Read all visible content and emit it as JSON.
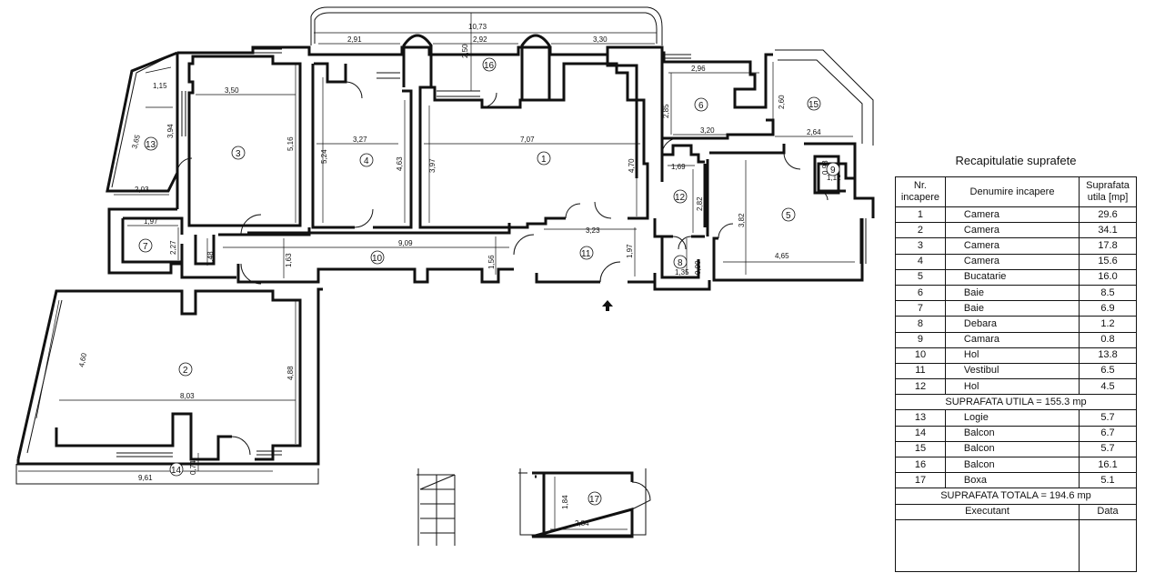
{
  "summary": {
    "title": "Recapitulatie suprafete",
    "headers": {
      "nr": "Nr. incapere",
      "name": "Denumire incapere",
      "area": "Suprafata utila [mp]"
    },
    "rooms": [
      {
        "nr": "1",
        "name": "Camera",
        "area": "29.6"
      },
      {
        "nr": "2",
        "name": "Camera",
        "area": "34.1"
      },
      {
        "nr": "3",
        "name": "Camera",
        "area": "17.8"
      },
      {
        "nr": "4",
        "name": "Camera",
        "area": "15.6"
      },
      {
        "nr": "5",
        "name": "Bucatarie",
        "area": "16.0"
      },
      {
        "nr": "6",
        "name": "Baie",
        "area": "8.5"
      },
      {
        "nr": "7",
        "name": "Baie",
        "area": "6.9"
      },
      {
        "nr": "8",
        "name": "Debara",
        "area": "1.2"
      },
      {
        "nr": "9",
        "name": "Camara",
        "area": "0.8"
      },
      {
        "nr": "10",
        "name": "Hol",
        "area": "13.8"
      },
      {
        "nr": "11",
        "name": "Vestibul",
        "area": "6.5"
      },
      {
        "nr": "12",
        "name": "Hol",
        "area": "4.5"
      }
    ],
    "useful_total": "SUPRAFATA UTILA = 155.3 mp",
    "extras": [
      {
        "nr": "13",
        "name": "Logie",
        "area": "5.7"
      },
      {
        "nr": "14",
        "name": "Balcon",
        "area": "6.7"
      },
      {
        "nr": "15",
        "name": "Balcon",
        "area": "5.7"
      },
      {
        "nr": "16",
        "name": "Balcon",
        "area": "16.1"
      },
      {
        "nr": "17",
        "name": "Boxa",
        "area": "5.1"
      }
    ],
    "grand_total": "SUPRAFATA TOTALA = 194.6 mp",
    "footer": {
      "executant": "Executant",
      "data": "Data"
    }
  },
  "plan": {
    "room_numbers": [
      "1",
      "2",
      "3",
      "4",
      "5",
      "6",
      "7",
      "8",
      "9",
      "10",
      "11",
      "12",
      "13",
      "14",
      "15",
      "16",
      "17"
    ],
    "dimensions": {
      "d_10_73": "10,73",
      "d_2_91": "2,91",
      "d_2_92": "2,92",
      "d_3_30": "3,30",
      "d_2_50": "2,50",
      "d_1_15": "1,15",
      "d_3_50": "3,50",
      "d_3_65": "3,65",
      "d_3_94": "3,94",
      "d_5_16": "5,16",
      "d_2_03": "2,03",
      "d_3_27": "3,27",
      "d_5_24": "5,24",
      "d_4_63": "4,63",
      "d_7_07": "7,07",
      "d_3_97": "3,97",
      "d_4_70": "4,70",
      "d_2_96": "2,96",
      "d_2_85": "2,85",
      "d_2_60": "2,60",
      "d_3_20": "3,20",
      "d_2_64": "2,64",
      "d_0_98": "0,98",
      "d_1_12": "1,12",
      "d_1_69": "1,69",
      "d_2_82": "2,82",
      "d_3_82": "3,82",
      "d_4_65": "4,65",
      "d_1_97a": "1,97",
      "d_2_27": "2,27",
      "d_1_48": "1,48",
      "d_1_63": "1,63",
      "d_9_09": "9,09",
      "d_1_56": "1,56",
      "d_3_23": "3,23",
      "d_1_97b": "1,97",
      "d_0_90": "0,90",
      "d_1_35": "1,35",
      "d_4_60": "4,60",
      "d_8_03": "8,03",
      "d_4_88": "4,88",
      "d_9_61": "9,61",
      "d_0_74": "0,74",
      "d_1_84": "1,84",
      "d_2_84": "2,84"
    }
  }
}
